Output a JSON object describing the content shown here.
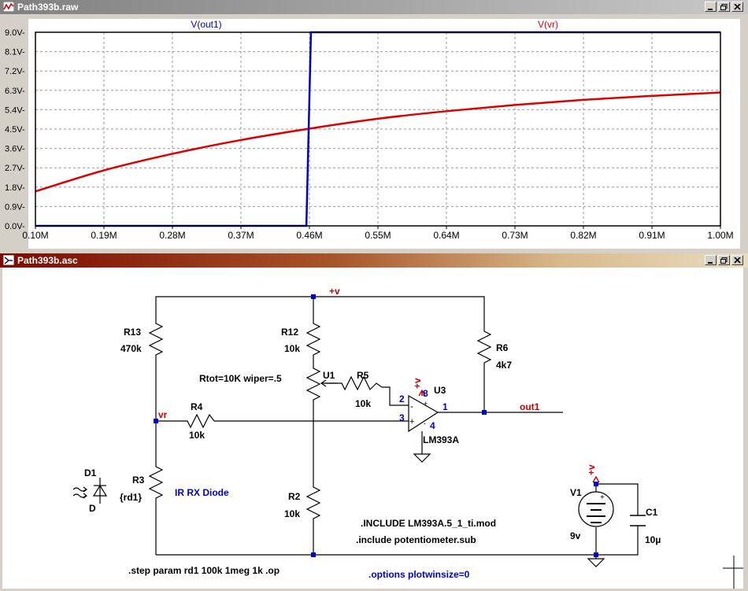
{
  "waveform_window": {
    "title": "Path393b.raw",
    "trace_labels": [
      "V(out1)",
      "V(vr)"
    ],
    "trace_colors": [
      "#0000cc",
      "#dd0000"
    ]
  },
  "schematic_window": {
    "title": "Path393b.asc"
  },
  "window_controls": [
    "minimize-icon",
    "restore-icon",
    "close-icon"
  ],
  "chart_data": {
    "type": "line",
    "xlabel": "",
    "ylabel": "",
    "xlim": [
      0.1,
      1.0
    ],
    "ylim": [
      0,
      9.0
    ],
    "x_ticks": [
      "0.10M",
      "0.19M",
      "0.28M",
      "0.37M",
      "0.46M",
      "0.55M",
      "0.64M",
      "0.73M",
      "0.82M",
      "0.91M",
      "1.00M"
    ],
    "y_ticks": [
      "0.0V-",
      "0.9V-",
      "1.8V-",
      "2.7V-",
      "3.6V-",
      "4.5V-",
      "5.4V-",
      "6.3V-",
      "7.2V-",
      "8.1V-",
      "9.0V-"
    ],
    "grid": true,
    "series": [
      {
        "name": "V(out1)",
        "color": "#0000cc",
        "x": [
          0.1,
          0.456,
          0.456,
          0.462,
          0.462,
          1.0
        ],
        "y": [
          0.0,
          0.0,
          0.0,
          9.0,
          9.0,
          9.0
        ]
      },
      {
        "name": "V(vr)",
        "color": "#dd0000",
        "x": [
          0.1,
          0.19,
          0.28,
          0.37,
          0.46,
          0.55,
          0.64,
          0.73,
          0.82,
          0.91,
          1.0
        ],
        "y": [
          1.6,
          2.58,
          3.35,
          3.99,
          4.52,
          4.98,
          5.33,
          5.62,
          5.86,
          6.04,
          6.2
        ]
      }
    ]
  },
  "schematic": {
    "net_labels": {
      "vplus_top": "+v",
      "vr": "vr",
      "out1": "out1",
      "vplus_opamp": "+v",
      "vplus_battery": "+v"
    },
    "r13": {
      "name": "R13",
      "value": "470k"
    },
    "r12": {
      "name": "R12",
      "value": "10k"
    },
    "r6": {
      "name": "R6",
      "value": "4k7"
    },
    "u1": {
      "name": "U1",
      "note": "Rtot=10K wiper=.5"
    },
    "r5": {
      "name": "R5",
      "value": "10k"
    },
    "r4": {
      "name": "R4",
      "value": "10k"
    },
    "u3": {
      "name": "U3",
      "part": "LM393A",
      "pins": {
        "p2": "2",
        "p3": "3",
        "p8": "8",
        "p4": "4",
        "p1": "1",
        "plus": "+",
        "minus": "-"
      }
    },
    "d1": {
      "name": "D1",
      "model": "D"
    },
    "r3": {
      "name": "R3",
      "value": "{rd1}"
    },
    "ir_label": "IR RX Diode",
    "r2": {
      "name": "R2",
      "value": "10k"
    },
    "v1": {
      "name": "V1",
      "value": "9v"
    },
    "c1": {
      "name": "C1",
      "value": "10µ"
    },
    "directives": {
      "include1": ".INCLUDE LM393A.5_1_ti.mod",
      "include2": ".include potentiometer.sub",
      "step": ".step param rd1 100k 1meg 1k  .op",
      "options": ".options plotwinsize=0"
    }
  }
}
